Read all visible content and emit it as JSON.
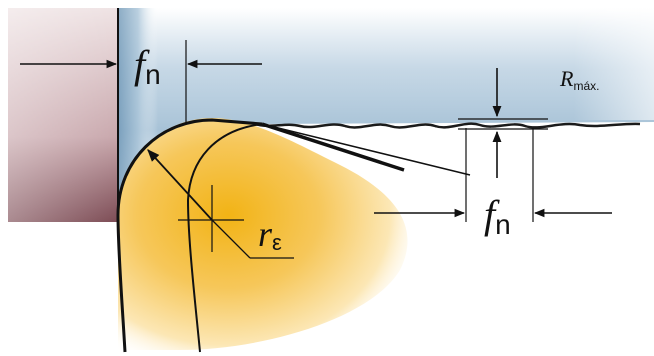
{
  "labels": {
    "feed_symbol": "f",
    "feed_subscript": "n",
    "roughness_symbol": "R",
    "roughness_subscript": "máx.",
    "radius_symbol": "r",
    "radius_subscript": "ε"
  },
  "colors": {
    "chip_blue": "#8fb2cc",
    "chip_light": "#dde9f2",
    "insert_yellow": "#f0b21a",
    "insert_highlight": "#fde9b0",
    "holder_dark": "#8a5a62",
    "holder_light": "#e9d6d8",
    "line": "#111111"
  }
}
